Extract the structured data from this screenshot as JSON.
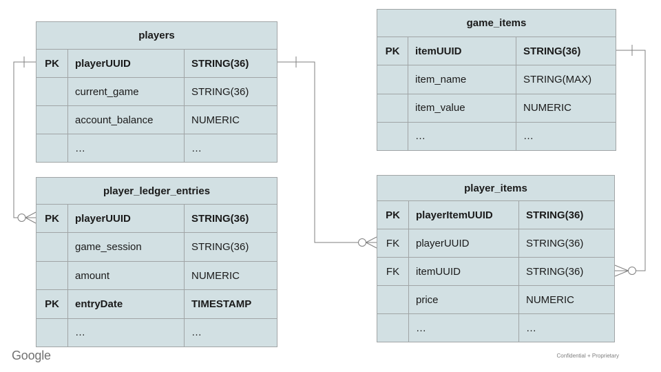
{
  "slide": {
    "logo": "Google",
    "footer_note": "Confidential + Proprietary"
  },
  "colors": {
    "cell_fill": "#d2e0e3",
    "table_border": "#a0a4a5",
    "wire": "#7f7f7f",
    "text": "#1a1a1a",
    "logo_gray": "#717171",
    "footer_gray": "#7e7e7e"
  },
  "tables": {
    "players": {
      "title": "players",
      "rows": [
        {
          "key": "PK",
          "name": "playerUUID",
          "type": "STRING(36)"
        },
        {
          "key": "",
          "name": "current_game",
          "type": "STRING(36)"
        },
        {
          "key": "",
          "name": "account_balance",
          "type": "NUMERIC"
        },
        {
          "key": "",
          "name": "…",
          "type": "…"
        }
      ]
    },
    "game_items": {
      "title": "game_items",
      "rows": [
        {
          "key": "PK",
          "name": "itemUUID",
          "type": "STRING(36)"
        },
        {
          "key": "",
          "name": "item_name",
          "type": "STRING(MAX)"
        },
        {
          "key": "",
          "name": "item_value",
          "type": "NUMERIC"
        },
        {
          "key": "",
          "name": "…",
          "type": "…"
        }
      ]
    },
    "player_ledger_entries": {
      "title": "player_ledger_entries",
      "rows": [
        {
          "key": "PK",
          "name": "playerUUID",
          "type": "STRING(36)"
        },
        {
          "key": "",
          "name": "game_session",
          "type": "STRING(36)"
        },
        {
          "key": "",
          "name": "amount",
          "type": "NUMERIC"
        },
        {
          "key": "PK",
          "name": "entryDate",
          "type": "TIMESTAMP"
        },
        {
          "key": "",
          "name": "…",
          "type": "…"
        }
      ]
    },
    "player_items": {
      "title": "player_items",
      "rows": [
        {
          "key": "PK",
          "name": "playerItemUUID",
          "type": "STRING(36)"
        },
        {
          "key": "FK",
          "name": "playerUUID",
          "type": "STRING(36)"
        },
        {
          "key": "FK",
          "name": "itemUUID",
          "type": "STRING(36)"
        },
        {
          "key": "",
          "name": "price",
          "type": "NUMERIC"
        },
        {
          "key": "",
          "name": "…",
          "type": "…"
        }
      ]
    }
  },
  "relationships": [
    {
      "one_side": "players.playerUUID",
      "many_side": "player_ledger_entries.playerUUID",
      "notation": "one to zero-or-many"
    },
    {
      "one_side": "players.playerUUID",
      "many_side": "player_items.playerUUID",
      "notation": "one to zero-or-many"
    },
    {
      "one_side": "game_items.itemUUID",
      "many_side": "player_items.itemUUID",
      "notation": "one to zero-or-many"
    }
  ]
}
